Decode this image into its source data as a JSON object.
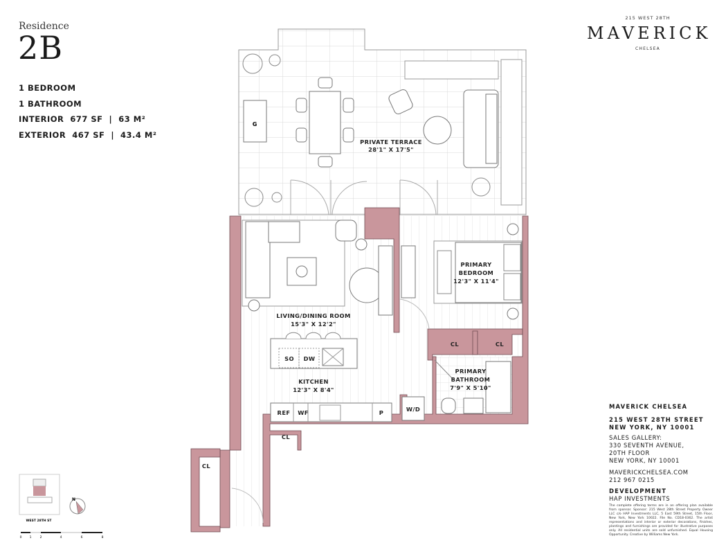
{
  "residence": {
    "label": "Residence",
    "number": "2B"
  },
  "specs": [
    "1 BEDROOM",
    "1 BATHROOM",
    "INTERIOR  677 SF  |  63 M²",
    "EXTERIOR  467 SF  |  43.4 M²"
  ],
  "brand": {
    "address": "215 WEST 28TH",
    "name": "MAVERICK",
    "neighborhood": "CHELSEA"
  },
  "rooms": {
    "terrace": {
      "name": "PRIVATE TERRACE",
      "dims": "28'1\" X 17'5\""
    },
    "living": {
      "name": "LIVING/DINING ROOM",
      "dims": "15'3\" X 12'2\""
    },
    "bedroom": {
      "name1": "PRIMARY",
      "name2": "BEDROOM",
      "dims": "12'3\" X 11'4\""
    },
    "kitchen": {
      "name": "KITCHEN",
      "dims": "12'3\" X 8'4\""
    },
    "bathroom": {
      "name1": "PRIMARY",
      "name2": "BATHROOM",
      "dims": "7'9\" X 5'10\""
    }
  },
  "fixtures": {
    "grill": "G",
    "so": "SO",
    "dw": "DW",
    "ref": "REF",
    "wf": "WF",
    "pantry": "P",
    "wd": "W/D",
    "closet": "CL"
  },
  "keyplan": {
    "street": "WEST 28TH ST",
    "north": "N",
    "scale_ticks": [
      "0",
      "1",
      "2",
      "4",
      "6",
      "8"
    ]
  },
  "info": {
    "title": "MAVERICK CHELSEA",
    "address1": "215 WEST 28TH STREET",
    "address2": "NEW YORK, NY 10001",
    "gallery_label": "SALES GALLERY:",
    "gallery1": "330 SEVENTH AVENUE,",
    "gallery2": "20TH FLOOR",
    "gallery3": "NEW YORK, NY 10001",
    "website": "MAVERICKCHELSEA.COM",
    "phone": "212 967 0215",
    "dev_label": "DEVELOPMENT",
    "developer": "HAP INVESTMENTS",
    "disclaimer": "The complete offering terms are in an offering plan available from sponsor. Sponsor: 215 West 28th Street Property Owner LLC c/o HAP Investments LLC, 5 East 59th Street, 15th Floor, New York, New York 10022. File No. CD18-0362. The artist representations and interior or exterior decorations, finishes, plantings and furnishings are provided for illustrative purposes only. All residential units are sold unfurnished. Equal Housing Opportunity. Creative by Williams New York."
  },
  "colors": {
    "wall": "#c9969c",
    "line": "#8a8a8a",
    "text": "#1a1a1a"
  }
}
